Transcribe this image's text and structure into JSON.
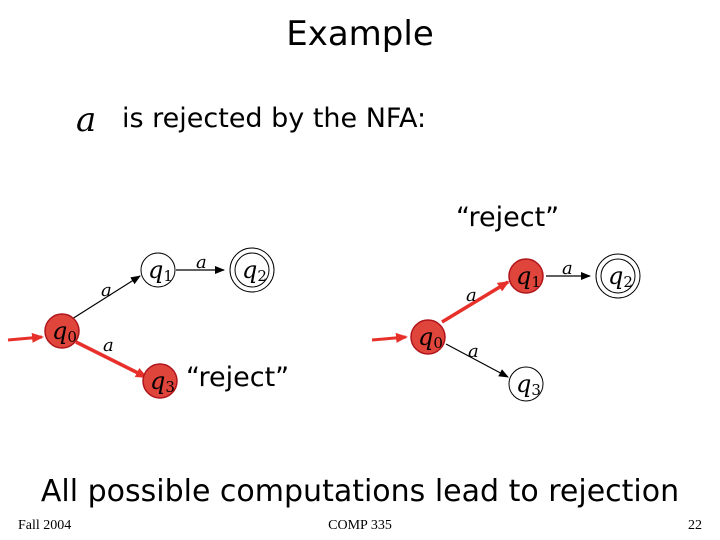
{
  "slide": {
    "title": "Example",
    "input_symbol": "a",
    "intro_text": "is rejected by the NFA:",
    "reject_label_top": "“reject”",
    "reject_label_mid": "“reject”",
    "conclusion": "All possible computations lead to rejection"
  },
  "nfa": {
    "states": [
      {
        "name": "q",
        "sub": "0"
      },
      {
        "name": "q",
        "sub": "1"
      },
      {
        "name": "q",
        "sub": "2"
      },
      {
        "name": "q",
        "sub": "3"
      }
    ],
    "edge_label": "a",
    "active_fill": "#e0453c",
    "active_stroke": "#b0151c",
    "active_path": "#e8302a"
  },
  "footer": {
    "left": "Fall 2004",
    "center": "COMP 335",
    "right": "22"
  }
}
